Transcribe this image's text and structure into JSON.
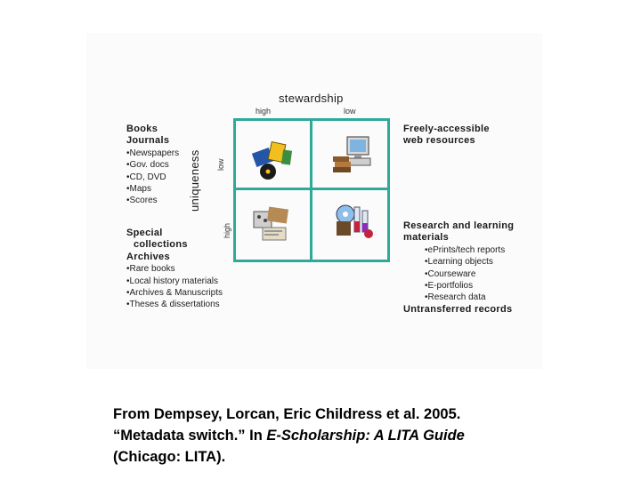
{
  "diagram": {
    "top_axis": {
      "title": "stewardship",
      "high": "high",
      "low": "low"
    },
    "side_axis": {
      "title": "uniqueness",
      "low": "low",
      "high": "high"
    },
    "top_left": {
      "heads": [
        "Books",
        "Journals"
      ],
      "items": [
        "•Newspapers",
        "•Gov. docs",
        "•CD, DVD",
        "•Maps",
        "•Scores"
      ]
    },
    "bottom_left": {
      "heads": [
        "Special",
        "collections",
        "Archives"
      ],
      "items": [
        "•Rare books",
        "•Local history materials",
        "•Archives & Manuscripts",
        "•Theses & dissertations"
      ]
    },
    "top_right": {
      "heads": [
        "Freely-accessible",
        "web resources"
      ]
    },
    "bottom_right": {
      "heads": [
        "Research and learning",
        "materials"
      ],
      "items": [
        "•ePrints/tech reports",
        "•Learning objects",
        "•Courseware",
        "•E-portfolios",
        "•Research data"
      ],
      "footer": "Untransferred records"
    },
    "icons": [
      "books-journals-icon",
      "computer-books-icon",
      "archives-icon",
      "research-lab-icon"
    ],
    "grid_color": "#2fa99a"
  },
  "caption": {
    "line1": "From Dempsey, Lorcan, Eric Childress et al. 2005.",
    "line2_pre": "“Metadata switch.” In ",
    "line2_em": "E-Scholarship: A LITA Guide",
    "line3": "(Chicago: LITA)."
  }
}
